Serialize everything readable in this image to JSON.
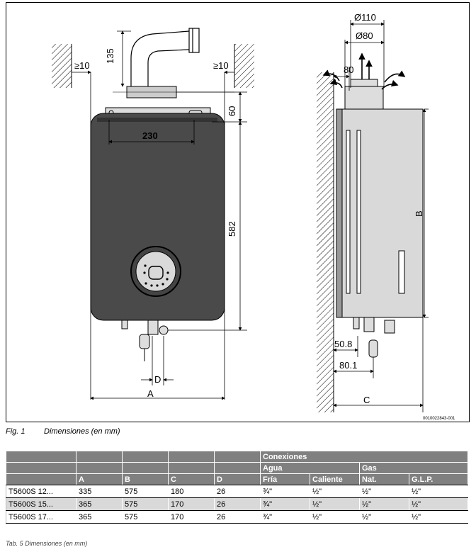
{
  "figure": {
    "labels": {
      "d110": "Ø110",
      "d80": "Ø80",
      "d80b": "80",
      "h135": "135",
      "gap_left": "≥10",
      "gap_right": "≥10",
      "h60": "60",
      "w230": "230",
      "h582": "582",
      "b": "B",
      "a": "A",
      "d": "D",
      "c": "C",
      "d508": "50.8",
      "d801": "80.1"
    },
    "code": "0010022843-001"
  },
  "caption": {
    "number": "Fig. 1",
    "text": "Dimensiones (en mm)"
  },
  "table": {
    "group_header": "Conexiones",
    "sub_agua": "Agua",
    "sub_gas": "Gas",
    "columns": [
      "",
      "A",
      "B",
      "C",
      "D",
      "Fría",
      "Caliente",
      "Nat.",
      "G.L.P."
    ],
    "rows": [
      [
        "T5600S 12...",
        "335",
        "575",
        "180",
        "26",
        "¾\"",
        "½\"",
        "½\"",
        "½\""
      ],
      [
        "T5600S 15...",
        "365",
        "575",
        "170",
        "26",
        "¾\"",
        "½\"",
        "½\"",
        "½\""
      ],
      [
        "T5600S 17...",
        "365",
        "575",
        "170",
        "26",
        "¾\"",
        "½\"",
        "½\"",
        "½\""
      ]
    ]
  },
  "table_caption": "Tab. 5   Dimensiones (en mm)"
}
